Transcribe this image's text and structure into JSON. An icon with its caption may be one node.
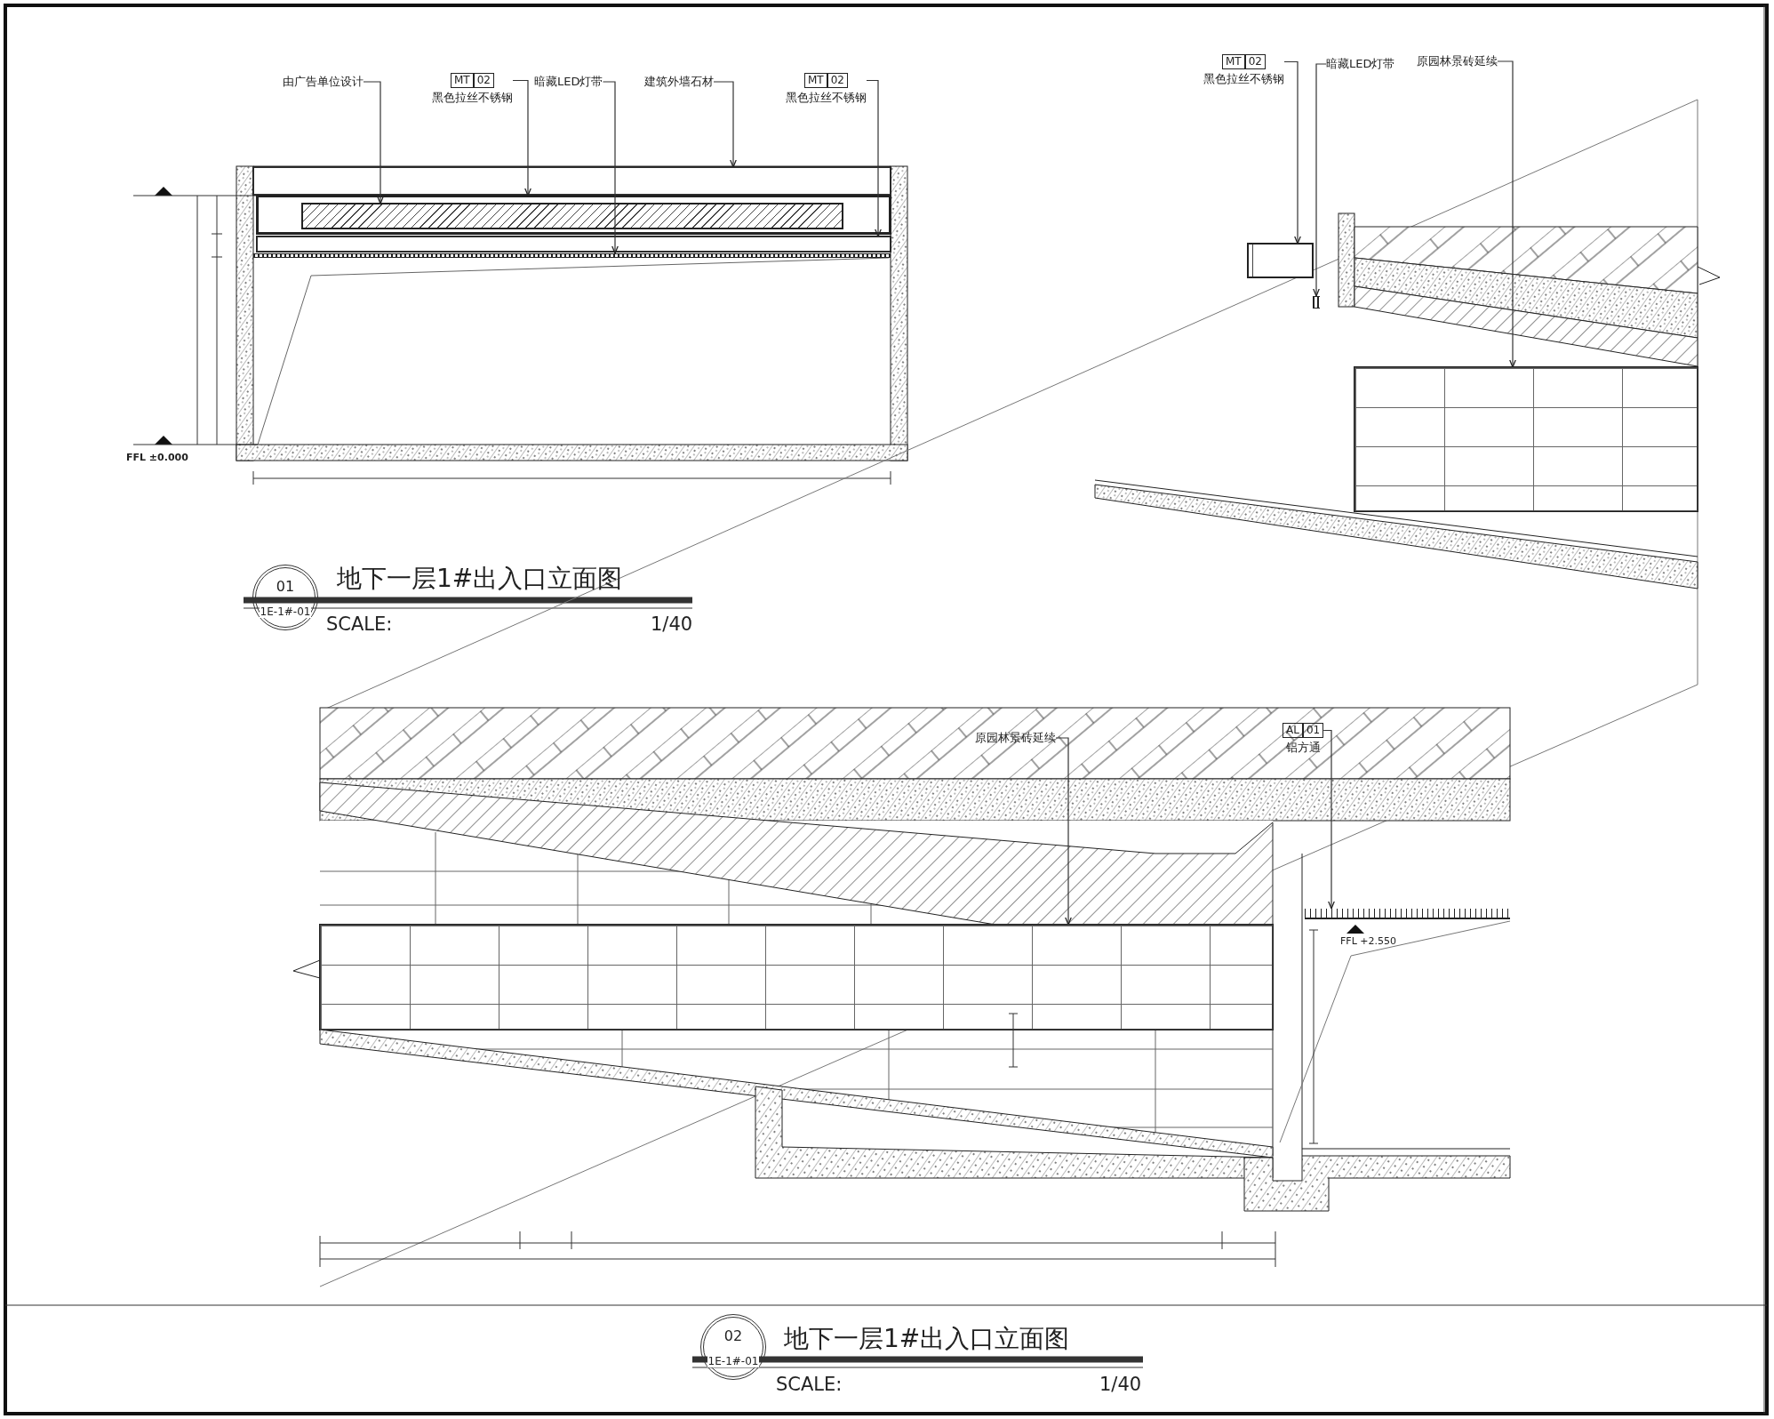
{
  "diagram": {
    "nodes": [
      {
        "text": [
          "由广告单位设计"
        ]
      },
      {
        "text": [
          "MT",
          "02",
          "黑色拉丝不锈钢"
        ]
      },
      {
        "text": [
          "暗藏LED灯带"
        ]
      },
      {
        "text": [
          "建筑外墙石材"
        ]
      },
      {
        "text": [
          "MT",
          "02",
          "黑色拉丝不锈钢"
        ]
      },
      {
        "text": [
          "MT",
          "02",
          "黑色拉丝不锈钢"
        ]
      },
      {
        "text": [
          "暗藏LED灯带"
        ]
      },
      {
        "text": [
          "原园林景砖延续"
        ]
      },
      {
        "text": [
          "原园林景砖延续"
        ]
      },
      {
        "text": [
          "AL",
          "01",
          "铝方通"
        ]
      },
      {
        "text": [
          "01",
          "1E-1#-01"
        ]
      },
      {
        "text": [
          "02",
          "1E-1#-01"
        ]
      },
      {
        "text": [],
        "shape": "box",
        "in": 13
      },
      {
        "text": [],
        "shape": "box"
      },
      {
        "text": [],
        "shape": "bar"
      },
      {
        "text": [],
        "shape": "box"
      },
      {
        "text": [],
        "shape": "box"
      },
      {
        "text": [],
        "shape": "box"
      },
      {
        "text": [],
        "shape": "bar"
      },
      {
        "text": [],
        "shape": "box"
      },
      {
        "text": [],
        "shape": "box"
      },
      {
        "text": [],
        "shape": "bar"
      }
    ],
    "edges": [
      {
        "from": 0,
        "to": 12,
        "arrow": "to"
      },
      {
        "from": 1,
        "to": 13,
        "arrow": "to"
      },
      {
        "from": 2,
        "to": 14,
        "arrow": "to"
      },
      {
        "from": 3,
        "to": 15,
        "arrow": "to"
      },
      {
        "from": 4,
        "to": 16,
        "arrow": "to"
      },
      {
        "from": 5,
        "to": 17,
        "arrow": "to"
      },
      {
        "from": 6,
        "to": 18,
        "arrow": "to"
      },
      {
        "from": 7,
        "to": 19,
        "arrow": "to"
      },
      {
        "from": 8,
        "to": 20,
        "arrow": "to"
      },
      {
        "from": 9,
        "to": 21,
        "arrow": "to"
      }
    ],
    "labels": [
      "FFL ±0.000",
      "地下一层1#出入口立面图",
      "SCALE:",
      "1/40",
      "FFL +2.550",
      "地下一层1#出入口立面图",
      "SCALE:",
      "1/40"
    ]
  }
}
